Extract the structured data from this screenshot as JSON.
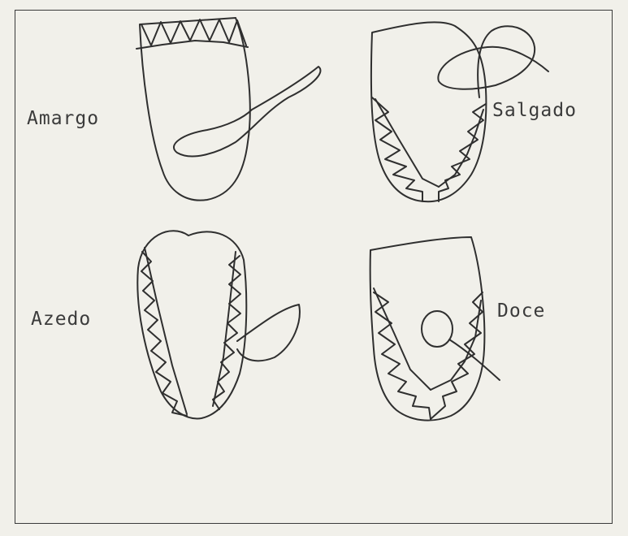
{
  "labels": {
    "amargo": "Amargo",
    "salgado": "Salgado",
    "azedo": "Azedo",
    "doce": "Doce"
  },
  "colors": {
    "paper": "#f1f0ea",
    "ink": "#2f2f2f"
  }
}
